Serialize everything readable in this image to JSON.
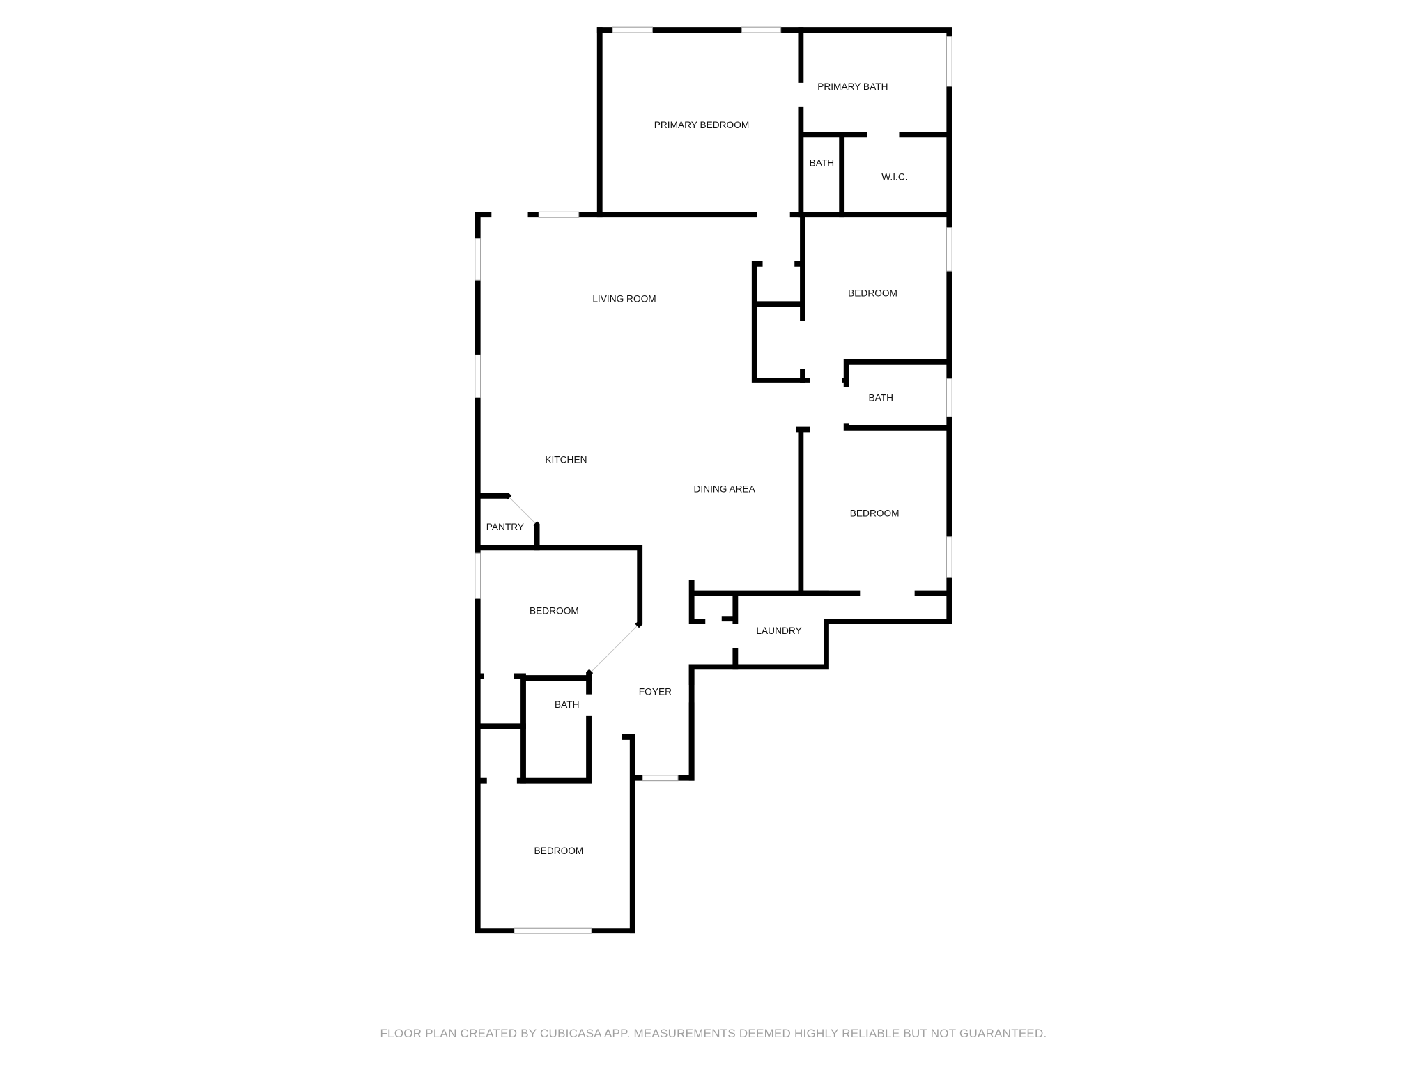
{
  "rooms": {
    "primary_bedroom": "PRIMARY BEDROOM",
    "primary_bath": "PRIMARY BATH",
    "bath_small": "BATH",
    "wic": "W.I.C.",
    "living_room": "LIVING ROOM",
    "bedroom_2": "BEDROOM",
    "bath_2": "BATH",
    "kitchen": "KITCHEN",
    "dining_area": "DINING AREA",
    "bedroom_3": "BEDROOM",
    "pantry": "PANTRY",
    "bedroom_4": "BEDROOM",
    "laundry": "LAUNDRY",
    "foyer": "FOYER",
    "bath_3": "BATH",
    "bedroom_5": "BEDROOM"
  },
  "footer": "FLOOR PLAN CREATED BY CUBICASA APP. MEASUREMENTS DEEMED HIGHLY RELIABLE BUT NOT GUARANTEED.",
  "colors": {
    "wall": "#000000",
    "footer_text": "#a0a0a0",
    "background": "#ffffff"
  }
}
